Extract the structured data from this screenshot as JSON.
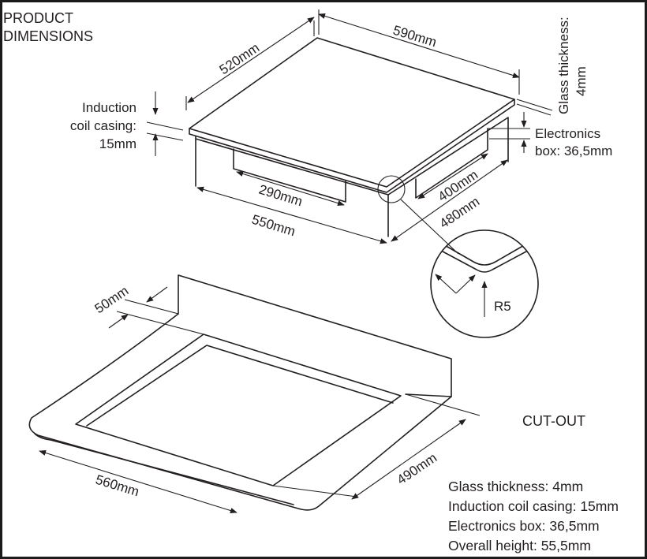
{
  "header": {
    "line1": "PRODUCT",
    "line2": "DIMENSIONS"
  },
  "hob": {
    "depth": "520mm",
    "width": "590mm",
    "glass_thickness_label": "Glass thickness:",
    "glass_thickness_value": "4mm",
    "coil_label_1": "Induction",
    "coil_label_2": "coil casing:",
    "coil_value": "15mm",
    "electronics_label": "Electronics",
    "electronics_value": "box: 36,5mm",
    "inner_front": "290mm",
    "outer_front": "550mm",
    "inner_side": "400mm",
    "outer_side": "480mm",
    "corner_radius": "R5"
  },
  "cutout": {
    "title": "CUT-OUT",
    "min_gap": "50mm",
    "width": "560mm",
    "depth": "490mm"
  },
  "specs": [
    "Glass thickness: 4mm",
    "Induction coil casing: 15mm",
    "Electronics box: 36,5mm",
    "Overall height: 55,5mm"
  ],
  "colors": {
    "ink": "#231f20",
    "background": "#ffffff",
    "frame": "#1b1b1b"
  }
}
